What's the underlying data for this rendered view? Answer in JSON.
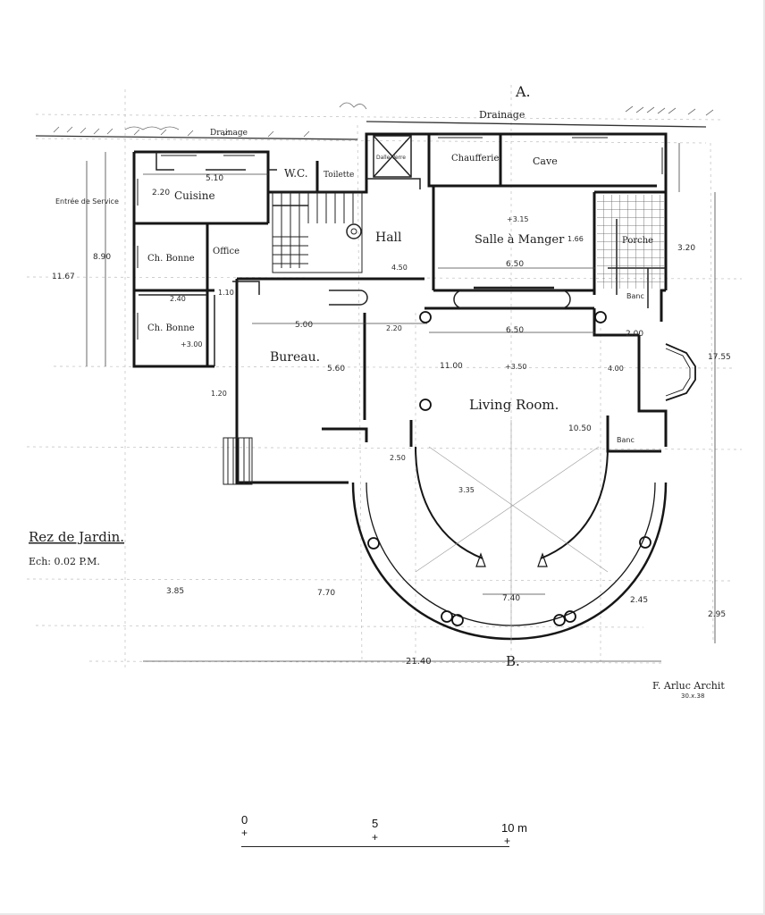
{
  "plan": {
    "marker_top": "A.",
    "marker_bottom": "B.",
    "title": "Rez de Jardin.",
    "scale_note": "Ech: 0.02 P.M.",
    "signature": "F. Arluc Archit",
    "signature_date": "30.x.38",
    "drainage_label": "Drainage",
    "drainage_label_2": "Drainage",
    "rooms": {
      "cuisine": "Cuisine",
      "wc": "W.C.",
      "toilette": "Toilette",
      "hall": "Hall",
      "salle_a_manger": "Salle à Manger",
      "office": "Office",
      "ch_bonne_1": "Ch. Bonne",
      "ch_bonne_2": "Ch. Bonne",
      "bureau": "Bureau.",
      "living_room": "Living Room.",
      "chaufferie": "Chaufferie",
      "cave": "Cave",
      "porche": "Porche",
      "entree_service": "Entrée de Service",
      "banc_1": "Banc",
      "banc_2": "Banc",
      "verre": "Dalle Verre"
    },
    "dims": {
      "d_510": "5.10",
      "d_220": "2.20",
      "d_890": "8.90",
      "d_1167": "11.67",
      "d_500": "5.00",
      "d_560": "5.60",
      "d_650a": "6.50",
      "d_650b": "6.50",
      "d_1100": "11.00",
      "d_1050": "10.50",
      "d_1755": "17.55",
      "d_385": "3.85",
      "d_770": "7.70",
      "d_2140": "21.40",
      "d_740": "7.40",
      "d_245": "2.45",
      "d_295": "2.95",
      "d_200": "2.00",
      "d_320": "3.20",
      "d_315": "+3.15",
      "d_350": "+3.50",
      "d_300": "+3.00",
      "d_166": "1.66",
      "d_450": "4.50",
      "d_335": "3.35",
      "d_250": "2.50",
      "d_120": "1.20",
      "d_110": "1.10",
      "d_240": "2.40",
      "d_400": "4.00",
      "d_220b": "2.20"
    }
  },
  "scale": {
    "label_0": "0",
    "label_5": "5",
    "label_10": "10 m",
    "plus": "+"
  }
}
